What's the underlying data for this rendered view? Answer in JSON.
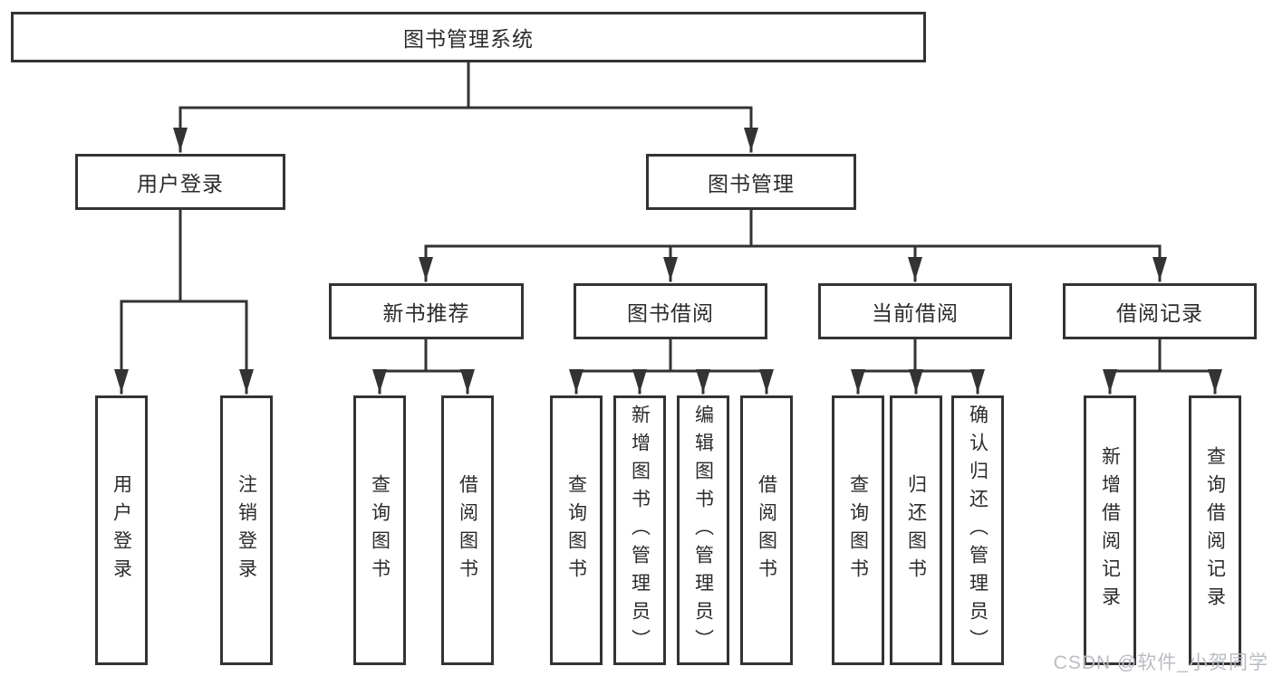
{
  "diagram": {
    "root": {
      "label": "图书管理系统"
    },
    "level2": [
      {
        "label": "用户登录"
      },
      {
        "label": "图书管理"
      }
    ],
    "level3": [
      {
        "label": "新书推荐"
      },
      {
        "label": "图书借阅"
      },
      {
        "label": "当前借阅"
      },
      {
        "label": "借阅记录"
      }
    ],
    "level4": [
      {
        "label": "用户登录"
      },
      {
        "label": "注销登录"
      },
      {
        "label": "查询图书"
      },
      {
        "label": "借阅图书"
      },
      {
        "label": "查询图书"
      },
      {
        "label": "新增图书（管理员）"
      },
      {
        "label": "编辑图书（管理员）"
      },
      {
        "label": "借阅图书"
      },
      {
        "label": "查询图书"
      },
      {
        "label": "归还图书"
      },
      {
        "label": "确认归还（管理员）"
      },
      {
        "label": "新增借阅记录"
      },
      {
        "label": "查询借阅记录"
      }
    ]
  },
  "watermark": {
    "text": "CSDN @软件_小贺同学"
  },
  "colors": {
    "line": "#333333",
    "box_border": "#333333",
    "text": "#2b2b2b",
    "background": "#ffffff",
    "watermark": "#b9bcc2"
  }
}
